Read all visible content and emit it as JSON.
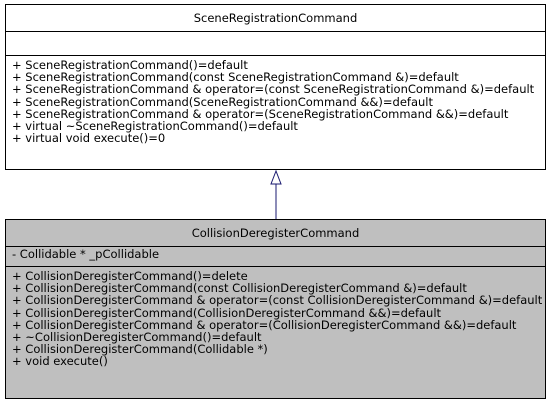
{
  "base_class": {
    "name": "SceneRegistrationCommand",
    "attributes": [],
    "operations": [
      "+ SceneRegistrationCommand()=default",
      "+ SceneRegistrationCommand(const SceneRegistrationCommand &)=default",
      "+ SceneRegistrationCommand & operator=(const SceneRegistrationCommand &)=default",
      "+ SceneRegistrationCommand(SceneRegistrationCommand &&)=default",
      "+ SceneRegistrationCommand & operator=(SceneRegistrationCommand &&)=default",
      "+ virtual ~SceneRegistrationCommand()=default",
      "+ virtual void execute()=0"
    ]
  },
  "derived_class": {
    "name": "CollisionDeregisterCommand",
    "attributes": [
      "- Collidable * _pCollidable"
    ],
    "operations": [
      "+ CollisionDeregisterCommand()=delete",
      "+ CollisionDeregisterCommand(const CollisionDeregisterCommand &)=default",
      "+ CollisionDeregisterCommand & operator=(const CollisionDeregisterCommand &)=default",
      "+ CollisionDeregisterCommand(CollisionDeregisterCommand &&)=default",
      "+ CollisionDeregisterCommand & operator=(CollisionDeregisterCommand &&)=default",
      "+ ~CollisionDeregisterCommand()=default",
      "+ CollisionDeregisterCommand(Collidable *)",
      "+ void execute()"
    ]
  },
  "colors": {
    "base_fill": "#ffffff",
    "derived_fill": "#bfbfbf",
    "border": "#000000",
    "inheritance_arrow": "#191970"
  }
}
